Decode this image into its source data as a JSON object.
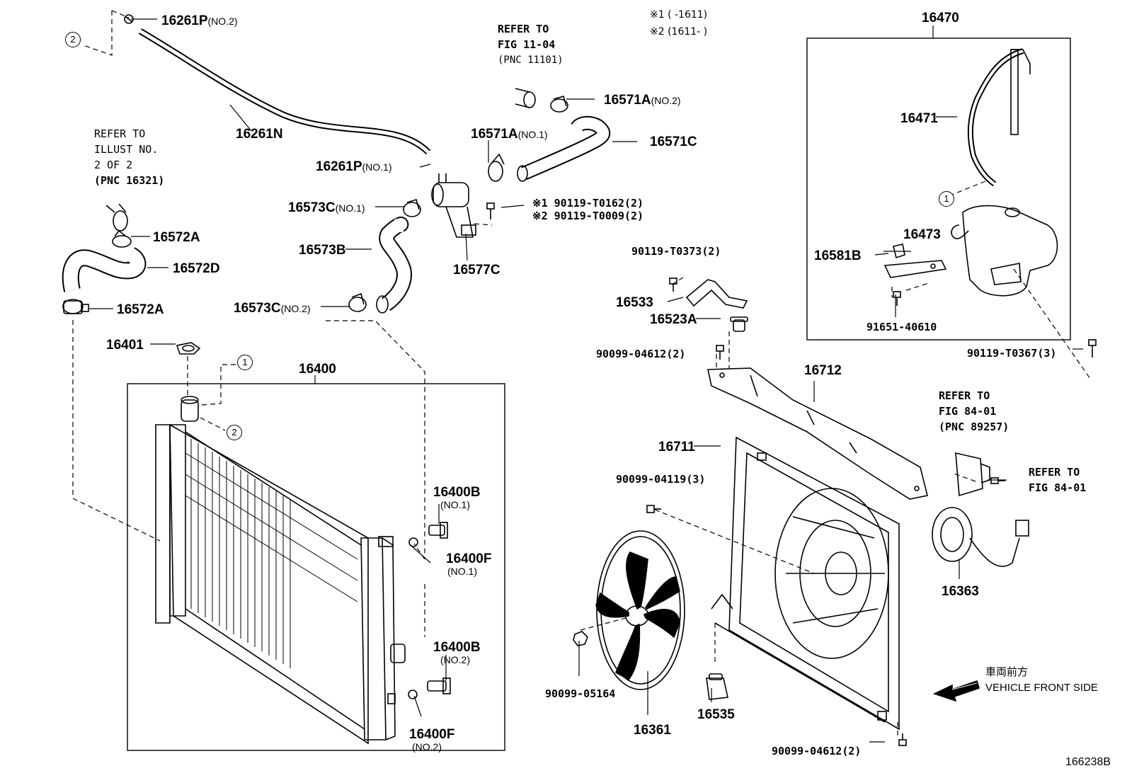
{
  "figure_id": "166238B",
  "notes": {
    "note1": "※1 (      -1611)",
    "note2": "※2 (1611-      )"
  },
  "callouts": {
    "c1": "1",
    "c2": "2"
  },
  "references": {
    "fig1104": [
      "REFER TO",
      "FIG 11-04",
      "(PNC 11101)"
    ],
    "illust": [
      "REFER TO",
      "ILLUST NO.",
      "2 OF 2",
      "(PNC 16321)"
    ],
    "fig8401_a": [
      "REFER TO",
      "FIG 84-01",
      "(PNC 89257)"
    ],
    "fig8401_b": [
      "REFER TO",
      "FIG 84-01"
    ]
  },
  "direction": {
    "jp": "車両前方",
    "en": "VEHICLE FRONT SIDE"
  },
  "parts": {
    "p16261P_2": {
      "num": "16261P",
      "sub": "(NO.2)"
    },
    "p16261N": {
      "num": "16261N"
    },
    "p16261P_1": {
      "num": "16261P",
      "sub": "(NO.1)"
    },
    "p16571A_2": {
      "num": "16571A",
      "sub": "(NO.2)"
    },
    "p16571A_1": {
      "num": "16571A",
      "sub": "(NO.1)"
    },
    "p16571C": {
      "num": "16571C"
    },
    "p16573C_1": {
      "num": "16573C",
      "sub": "(NO.1)"
    },
    "p16573B": {
      "num": "16573B"
    },
    "p16573C_2": {
      "num": "16573C",
      "sub": "(NO.2)"
    },
    "p16577C": {
      "num": "16577C"
    },
    "p90119_T0162": {
      "num": "※1 90119-T0162(2)"
    },
    "p90119_T0009": {
      "num": "※2 90119-T0009(2)"
    },
    "p16572A_1": {
      "num": "16572A"
    },
    "p16572D": {
      "num": "16572D"
    },
    "p16572A_2": {
      "num": "16572A"
    },
    "p16401": {
      "num": "16401"
    },
    "p16400": {
      "num": "16400"
    },
    "p16400B_1": {
      "num": "16400B",
      "sub": "(NO.1)"
    },
    "p16400F_1": {
      "num": "16400F",
      "sub": "(NO.1)"
    },
    "p16400B_2": {
      "num": "16400B",
      "sub": "(NO.2)"
    },
    "p16400F_2": {
      "num": "16400F",
      "sub": "(NO.2)"
    },
    "p16470": {
      "num": "16470"
    },
    "p16471": {
      "num": "16471"
    },
    "p16473": {
      "num": "16473"
    },
    "p16581B": {
      "num": "16581B"
    },
    "p91651_40610": {
      "num": "91651-40610"
    },
    "p90119_T0367": {
      "num": "90119-T0367(3)"
    },
    "p90119_T0373": {
      "num": "90119-T0373(2)"
    },
    "p16533": {
      "num": "16533"
    },
    "p16523A": {
      "num": "16523A"
    },
    "p90099_04612a": {
      "num": "90099-04612(2)"
    },
    "p16712": {
      "num": "16712"
    },
    "p16711": {
      "num": "16711"
    },
    "p90099_04119": {
      "num": "90099-04119(3)"
    },
    "p16363": {
      "num": "16363"
    },
    "p90099_05164": {
      "num": "90099-05164"
    },
    "p16361": {
      "num": "16361"
    },
    "p16535": {
      "num": "16535"
    },
    "p90099_04612b": {
      "num": "90099-04612(2)"
    }
  }
}
